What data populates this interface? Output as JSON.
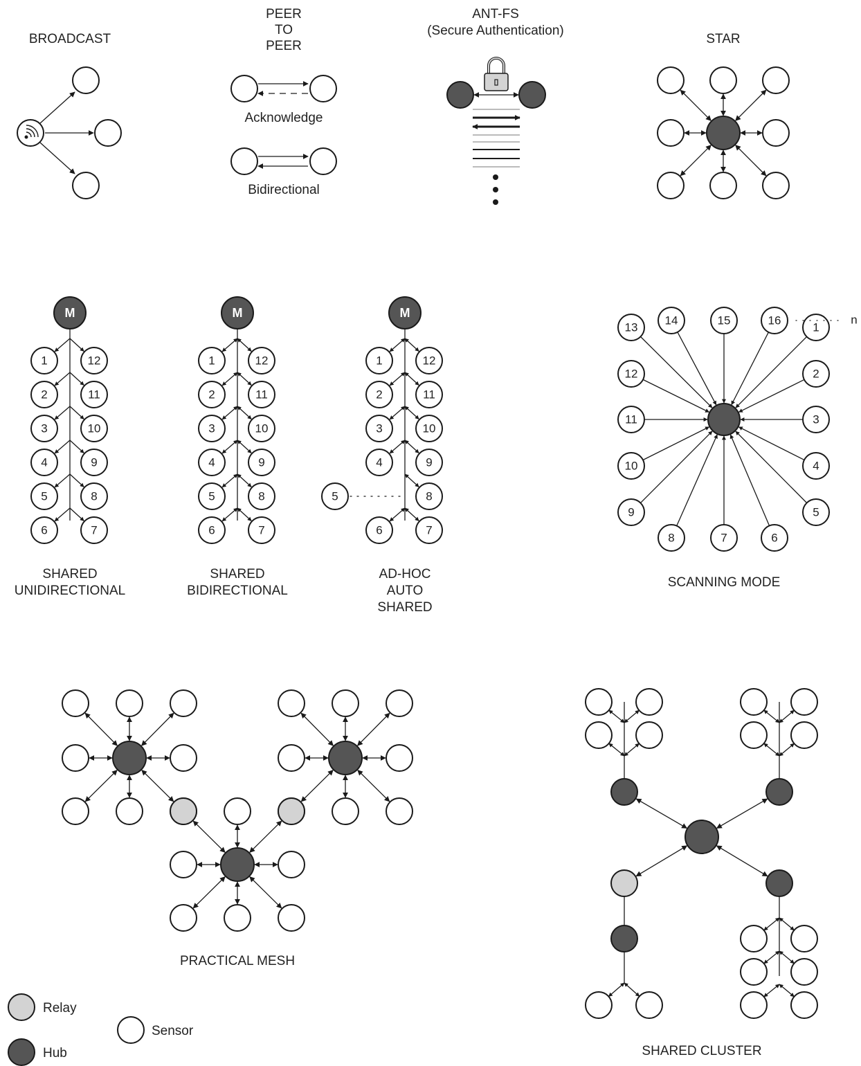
{
  "titles": {
    "broadcast": "BROADCAST",
    "peer1": "PEER",
    "peer2": "TO",
    "peer3": "PEER",
    "antfs1": "ANT-FS",
    "antfs2": "(Secure Authentication)",
    "star": "STAR",
    "acknowledge": "Acknowledge",
    "bidirectional": "Bidirectional",
    "shared_uni1": "SHARED",
    "shared_uni2": "UNIDIRECTIONAL",
    "shared_bi1": "SHARED",
    "shared_bi2": "BIDIRECTIONAL",
    "adhoc1": "AD-HOC",
    "adhoc2": "AUTO",
    "adhoc3": "SHARED",
    "scanning": "SCANNING MODE",
    "mesh": "PRACTICAL MESH",
    "cluster": "SHARED CLUSTER"
  },
  "master_label": "M",
  "shared_left": [
    "1",
    "2",
    "3",
    "4",
    "5",
    "6"
  ],
  "shared_right": [
    "12",
    "11",
    "10",
    "9",
    "8",
    "7"
  ],
  "adhoc_detached": "5",
  "adhoc_left": [
    "1",
    "2",
    "3",
    "4",
    "6"
  ],
  "scan_nodes": [
    "14",
    "15",
    "16",
    "1",
    "2",
    "3",
    "4",
    "5",
    "6",
    "7",
    "8",
    "9",
    "10",
    "11",
    "12",
    "13"
  ],
  "scan_more": "n",
  "legend": {
    "relay": "Relay",
    "hub": "Hub",
    "sensor": "Sensor"
  },
  "colors": {
    "hub": "#555555",
    "relay": "#d3d3d3",
    "sensor": "#ffffff",
    "line": "#1a1a1a"
  }
}
